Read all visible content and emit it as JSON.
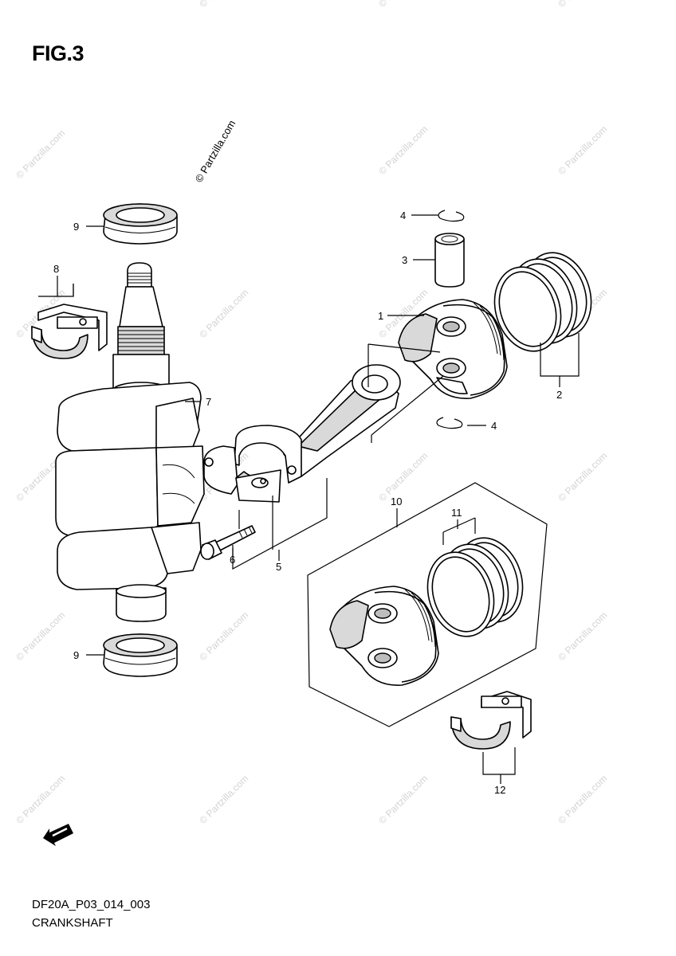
{
  "figure": {
    "title": "FIG.3"
  },
  "footer": {
    "code": "DF20A_P03_014_003",
    "title": "CRANKSHAFT"
  },
  "watermark": {
    "main": "© Partzilla.com",
    "tiles": "© Partzilla.com"
  },
  "callouts": {
    "c1": "1",
    "c2": "2",
    "c3": "3",
    "c4a": "4",
    "c4b": "4",
    "c5": "5",
    "c6": "6",
    "c7": "7",
    "c8": "8",
    "c9a": "9",
    "c9b": "9",
    "c10": "10",
    "c11": "11",
    "c12": "12"
  },
  "fwd_icon": "fwd-arrow-icon"
}
